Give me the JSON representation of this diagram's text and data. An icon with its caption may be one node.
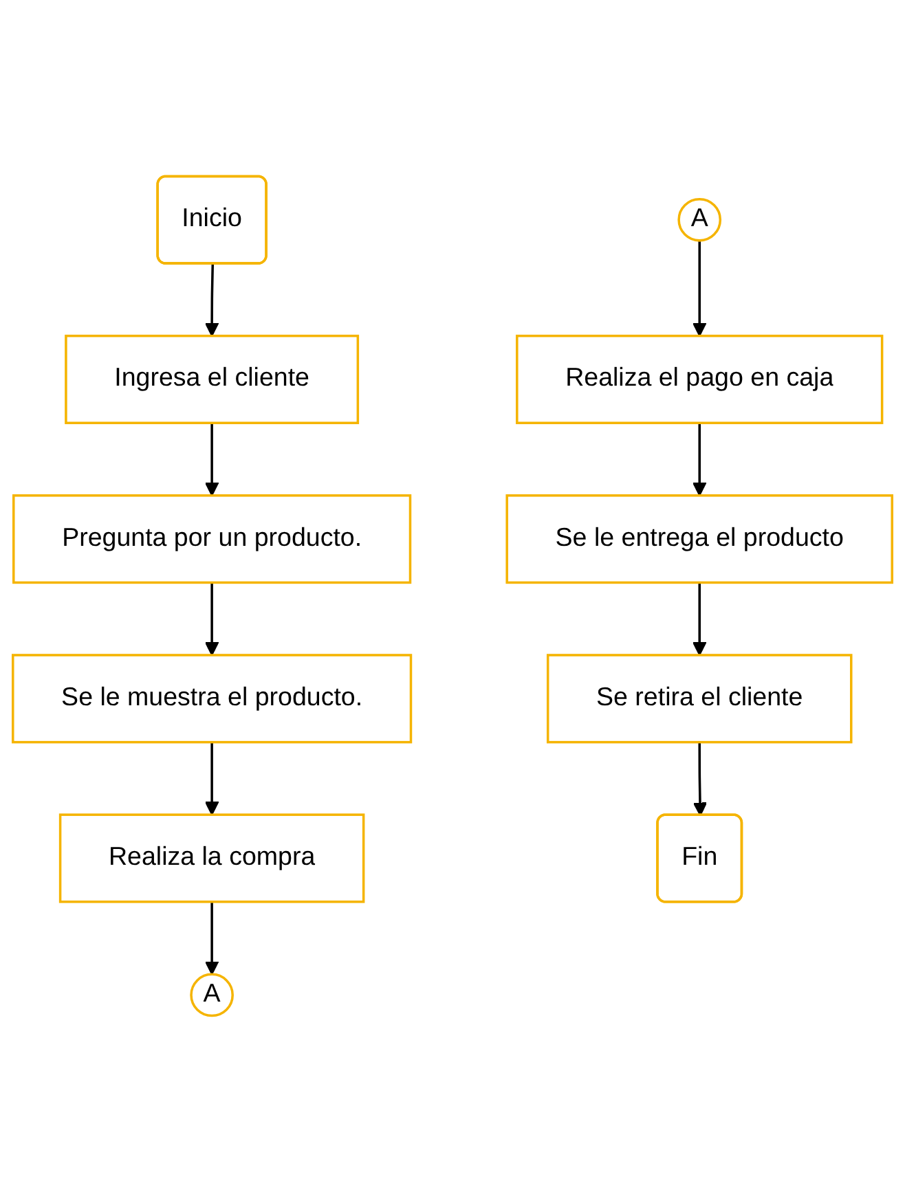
{
  "diagram": {
    "nodes": [
      {
        "text": [
          "Inicio"
        ]
      },
      {
        "text": [
          "Ingresa el cliente"
        ]
      },
      {
        "text": [
          "Pregunta por un producto."
        ]
      },
      {
        "text": [
          "Se le muestra el producto."
        ]
      },
      {
        "text": [
          "Realiza la compra"
        ]
      },
      {
        "text": [
          "A"
        ]
      },
      {
        "text": [
          "A"
        ]
      },
      {
        "text": [
          "Realiza el pago en caja"
        ]
      },
      {
        "text": [
          "Se le entrega el producto"
        ]
      },
      {
        "text": [
          "Se retira el cliente"
        ]
      },
      {
        "text": [
          "Fin"
        ]
      }
    ],
    "edges": [
      {
        "from": 0,
        "to": 1,
        "arrow": "to"
      },
      {
        "from": 1,
        "to": 2,
        "arrow": "to"
      },
      {
        "from": 2,
        "to": 3,
        "arrow": "to"
      },
      {
        "from": 3,
        "to": 4,
        "arrow": "to"
      },
      {
        "from": 4,
        "to": 5,
        "arrow": "to"
      },
      {
        "from": 6,
        "to": 7,
        "arrow": "to"
      },
      {
        "from": 7,
        "to": 8,
        "arrow": "to"
      },
      {
        "from": 8,
        "to": 9,
        "arrow": "to"
      },
      {
        "from": 9,
        "to": 10,
        "arrow": "to"
      }
    ]
  }
}
